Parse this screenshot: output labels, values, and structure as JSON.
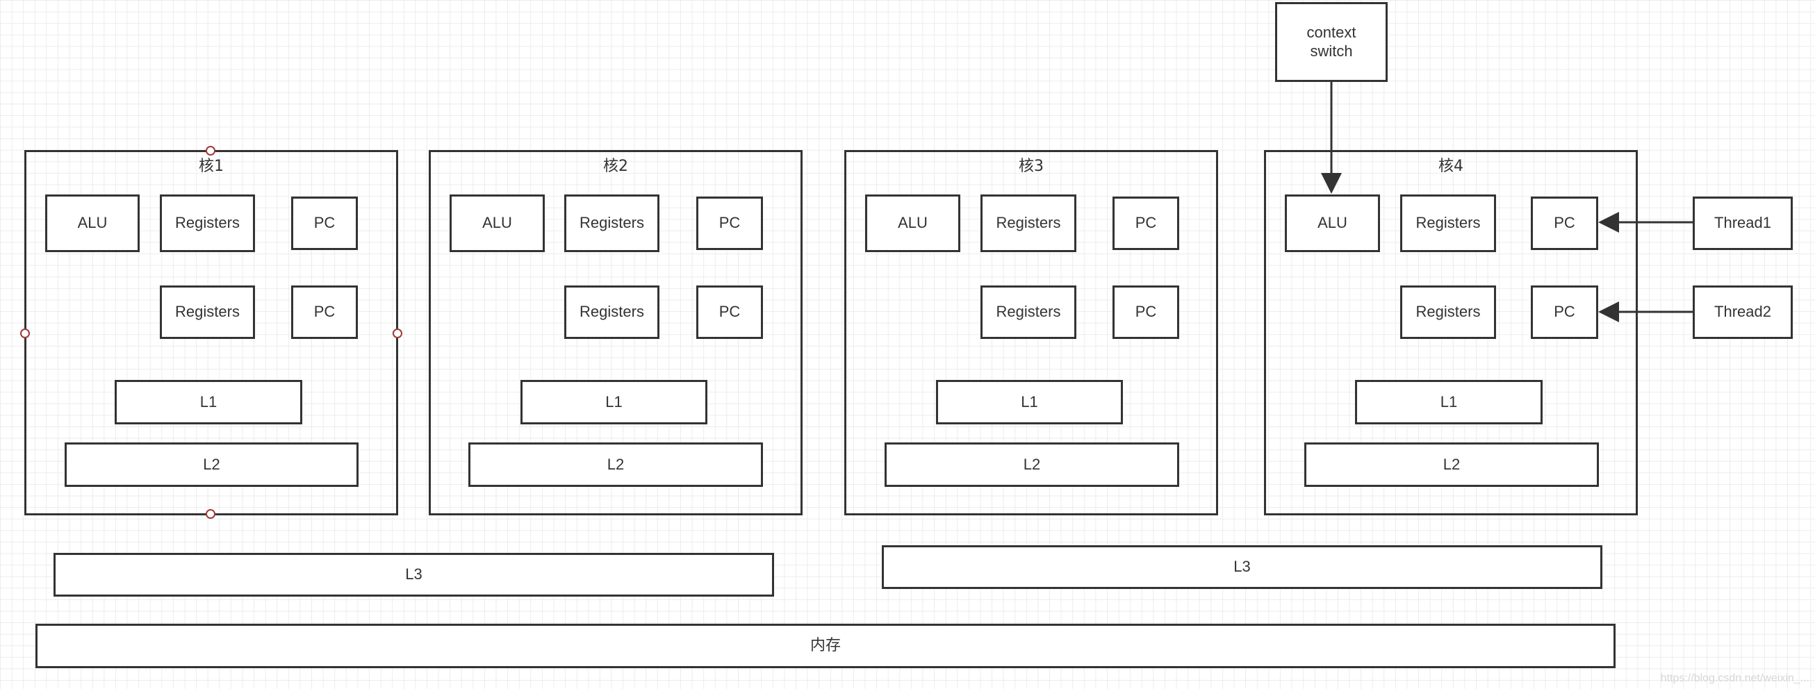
{
  "cores": [
    {
      "title": "核1",
      "alu": "ALU",
      "registers_top": "Registers",
      "pc_top": "PC",
      "registers_bottom": "Registers",
      "pc_bottom": "PC",
      "l1": "L1",
      "l2": "L2"
    },
    {
      "title": "核2",
      "alu": "ALU",
      "registers_top": "Registers",
      "pc_top": "PC",
      "registers_bottom": "Registers",
      "pc_bottom": "PC",
      "l1": "L1",
      "l2": "L2"
    },
    {
      "title": "核3",
      "alu": "ALU",
      "registers_top": "Registers",
      "pc_top": "PC",
      "registers_bottom": "Registers",
      "pc_bottom": "PC",
      "l1": "L1",
      "l2": "L2"
    },
    {
      "title": "核4",
      "alu": "ALU",
      "registers_top": "Registers",
      "pc_top": "PC",
      "registers_bottom": "Registers",
      "pc_bottom": "PC",
      "l1": "L1",
      "l2": "L2"
    }
  ],
  "l3_left": "L3",
  "l3_right": "L3",
  "memory": "内存",
  "context_switch": "context\nswitch",
  "thread1": "Thread1",
  "thread2": "Thread2",
  "watermark": "https://blog.csdn.net/weixin_...",
  "colors": {
    "stroke": "#333333",
    "grid": "#ececec",
    "handle": "#9b3b3b"
  }
}
